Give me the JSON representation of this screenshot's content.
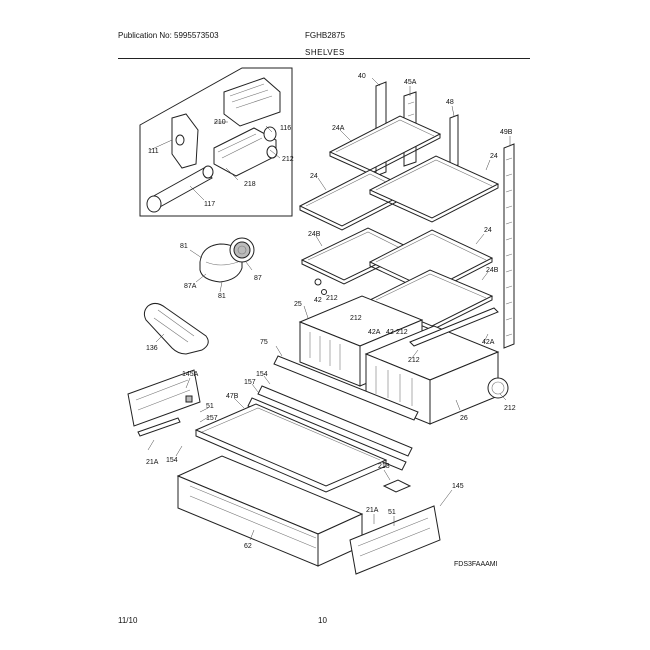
{
  "header": {
    "publication": "Publication No: 5995573503",
    "model": "FGHB2875",
    "section": "SHELVES"
  },
  "footer": {
    "date": "11/10",
    "page": "10"
  },
  "diagram_code": "FDS3FAAAMI",
  "callouts": {
    "c40": "40",
    "c45A": "45A",
    "c48": "48",
    "c49B": "49B",
    "c24A": "24A",
    "c24a": "24",
    "c24b": "24",
    "c24c": "24",
    "c24B": "24B",
    "c24Bb": "24B",
    "c210": "210",
    "c116": "116",
    "c111": "111",
    "c212a": "212",
    "c218": "218",
    "c117": "117",
    "c81": "81",
    "c87": "87",
    "c87A": "87A",
    "c81b": "81",
    "c136": "136",
    "c42": "42",
    "c212b": "212",
    "c25": "25",
    "c212c": "212",
    "c42Aa": "42A",
    "c42b": "42",
    "c212d": "212",
    "c42Ab": "42A",
    "c212e": "212",
    "c26": "26",
    "c212f": "212",
    "c75": "75",
    "c154a": "154",
    "c157a": "157",
    "c47B": "47B",
    "c145A": "145A",
    "c51": "51",
    "c157b": "157",
    "c21A": "21A",
    "c154b": "154",
    "c213": "213",
    "c145": "145",
    "c21Ab": "21A",
    "c51b": "51",
    "c62": "62"
  }
}
